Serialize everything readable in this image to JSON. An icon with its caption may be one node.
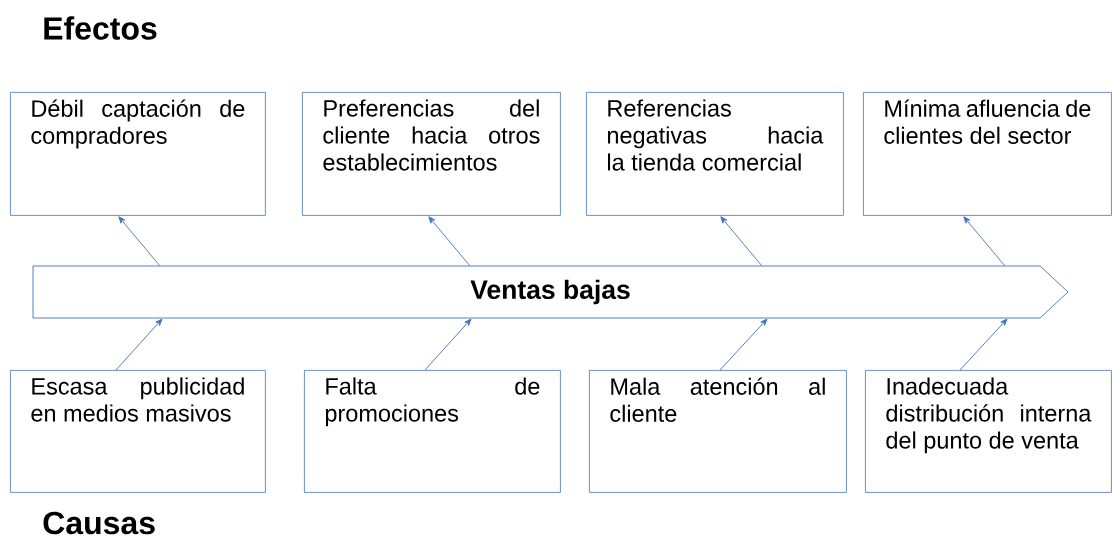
{
  "diagram": {
    "nodes": [
      {
        "text": [
          "Débil captación de compradores"
        ]
      },
      {
        "text": [
          "Preferencias del cliente hacia otros establecimientos"
        ]
      },
      {
        "text": [
          "Referencias negativas hacia la tienda comercial"
        ]
      },
      {
        "text": [
          "Mínima afluencia de clientes del sector"
        ]
      },
      {
        "text": [
          "Ventas bajas"
        ]
      },
      {
        "text": [
          "Escasa publicidad en medios masivos"
        ]
      },
      {
        "text": [
          "Falta de promociones"
        ]
      },
      {
        "text": [
          "Mala atención al cliente"
        ]
      },
      {
        "text": [
          "Inadecuada distribución interna del punto de venta"
        ]
      }
    ],
    "edges": [
      {
        "from": 4,
        "to": 0,
        "arrow": "to"
      },
      {
        "from": 4,
        "to": 1,
        "arrow": "to"
      },
      {
        "from": 4,
        "to": 2,
        "arrow": "to"
      },
      {
        "from": 4,
        "to": 3,
        "arrow": "to"
      },
      {
        "from": 5,
        "to": 4,
        "arrow": "to"
      },
      {
        "from": 6,
        "to": 4,
        "arrow": "to"
      },
      {
        "from": 7,
        "to": 4,
        "arrow": "to"
      },
      {
        "from": 8,
        "to": 4,
        "arrow": "to"
      }
    ],
    "labels": [
      "Efectos",
      "Causas"
    ]
  }
}
